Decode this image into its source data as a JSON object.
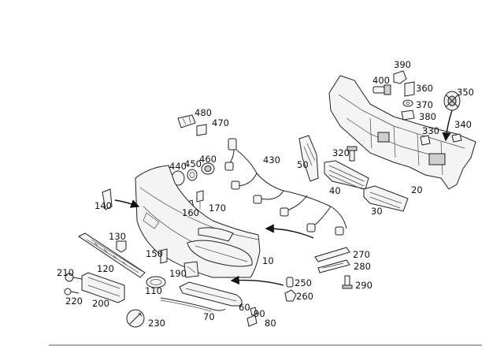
{
  "colors": {
    "line": "#222222",
    "label": "#111111",
    "background": "#ffffff"
  },
  "labels": {
    "l10": "10",
    "l20": "20",
    "l30": "30",
    "l40": "40",
    "l50": "50",
    "l60": "60",
    "l70": "70",
    "l80": "80",
    "l90": "90",
    "l110": "110",
    "l120": "120",
    "l130": "130",
    "l140": "140",
    "l150": "150",
    "l160": "160",
    "l170": "170",
    "l190": "190",
    "l200": "200",
    "l210": "210",
    "l220": "220",
    "l230": "230",
    "l250": "250",
    "l260": "260",
    "l270": "270",
    "l280": "280",
    "l290": "290",
    "l320": "320",
    "l330": "330",
    "l340": "340",
    "l350": "350",
    "l360": "360",
    "l370": "370",
    "l380": "380",
    "l390": "390",
    "l400": "400",
    "l430": "430",
    "l440": "440",
    "l450": "450",
    "l460": "460",
    "l470": "470",
    "l480": "480"
  }
}
